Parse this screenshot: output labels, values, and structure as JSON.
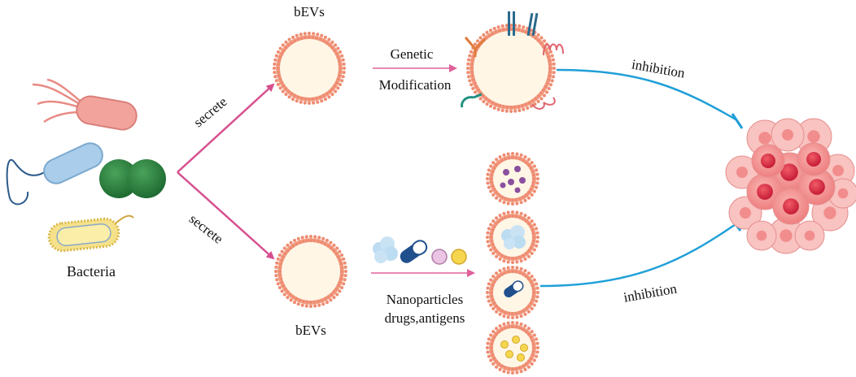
{
  "labels": {
    "bacteria": "Bacteria",
    "secrete_top": "secrete",
    "secrete_bottom": "secrete",
    "bevs_top": "bEVs",
    "bevs_bottom": "bEVs",
    "genetic": "Genetic",
    "modification": "Modification",
    "nanoparticles": "Nanoparticles",
    "drugs_antigens": "drugs,antigens",
    "inhibition_top": "inhibition",
    "inhibition_bottom": "inhibition"
  },
  "colors": {
    "membrane": "#f3a58c",
    "membrane_dot": "#ee8b70",
    "vesicle_fill": "#fff6e6",
    "secrete_arrow": "#d6508f",
    "modify_arrow": "#e0609a",
    "inhibition": "#1f9fd8",
    "tumor": "#f07a7a",
    "tumor_core": "#e0344a"
  },
  "icons": {
    "bacteria_rod_pink": "rod-bacterium-with-flagella",
    "bacteria_rod_blue": "rod-bacterium-with-flagellum",
    "bacteria_diplococcus": "green-diplococcus",
    "bacteria_yellow": "yellow-capsulated-bacterium",
    "tumor": "tumor-cell-cluster",
    "capsule": "drug-capsule"
  }
}
